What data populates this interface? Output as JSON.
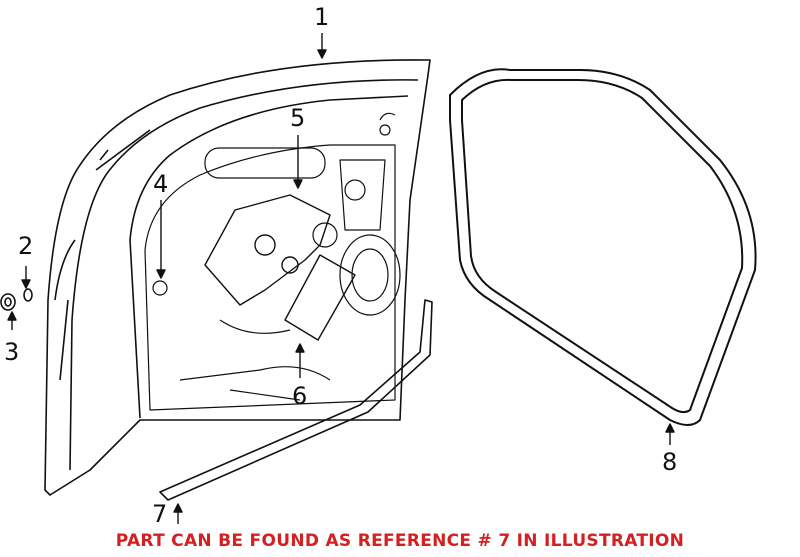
{
  "callouts": {
    "c1": "1",
    "c2": "2",
    "c3": "3",
    "c4": "4",
    "c5": "5",
    "c6": "6",
    "c7": "7",
    "c8": "8"
  },
  "note": "PART CAN BE FOUND AS REFERENCE # 7 IN ILLUSTRATION",
  "colors": {
    "note": "#d42020",
    "line_art": "#111111"
  }
}
